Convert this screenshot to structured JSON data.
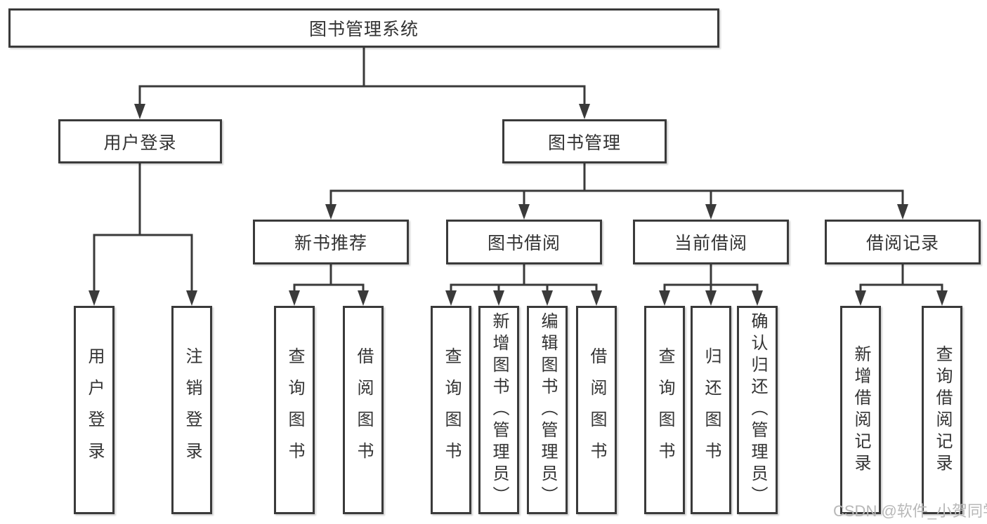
{
  "colors": {
    "line": "#3a3a3a",
    "box_border": "#3a3a3a",
    "box_fill": "#ffffff",
    "text": "#333333",
    "background": "#ffffff",
    "watermark": "#b8b8b8"
  },
  "watermark": {
    "text": "CSDN @软件_小贺同学"
  },
  "tree": {
    "label": "图书管理系统",
    "children": [
      {
        "label": "用户登录",
        "children": [
          {
            "label": "用户登录"
          },
          {
            "label": "注销登录"
          }
        ]
      },
      {
        "label": "图书管理",
        "children": [
          {
            "label": "新书推荐",
            "children": [
              {
                "label": "查询图书"
              },
              {
                "label": "借阅图书"
              }
            ]
          },
          {
            "label": "图书借阅",
            "children": [
              {
                "label": "查询图书"
              },
              {
                "label": "新增图书（管理员）"
              },
              {
                "label": "编辑图书（管理员）"
              },
              {
                "label": "借阅图书"
              }
            ]
          },
          {
            "label": "当前借阅",
            "children": [
              {
                "label": "查询图书"
              },
              {
                "label": "归还图书"
              },
              {
                "label": "确认归还（管理员）"
              }
            ]
          },
          {
            "label": "借阅记录",
            "children": [
              {
                "label": "新增借阅记录"
              },
              {
                "label": "查询借阅记录"
              }
            ]
          }
        ]
      }
    ]
  }
}
